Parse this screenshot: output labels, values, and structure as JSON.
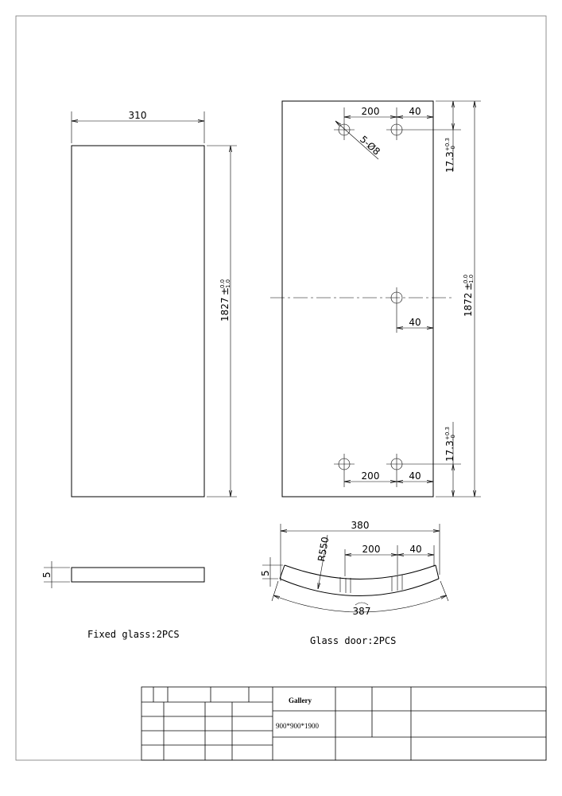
{
  "fixed_glass": {
    "width_dim": "310",
    "height_dim": "1827",
    "height_tol": "±",
    "height_tol_upper": "0.0",
    "height_tol_lower": "1.0",
    "thickness_dim": "5",
    "caption": "Fixed glass:2PCS"
  },
  "glass_door": {
    "hole_spacing": "200",
    "edge_offset": "40",
    "hole_callout": "5-Ø8",
    "edge_top_dim": "17.3",
    "edge_tol_upper": "+0.3",
    "edge_tol_lower": "-0",
    "height_dim": "1872",
    "height_tol": "±",
    "height_tol_upper": "0.0",
    "height_tol_lower": "1.0",
    "chord_dim": "380",
    "radius_dim": "R550",
    "arc_length_dim": "387",
    "thickness_dim": "5",
    "caption": "Glass door:2PCS"
  },
  "title_block": {
    "name": "Gallery",
    "size": "900*900*1900"
  }
}
